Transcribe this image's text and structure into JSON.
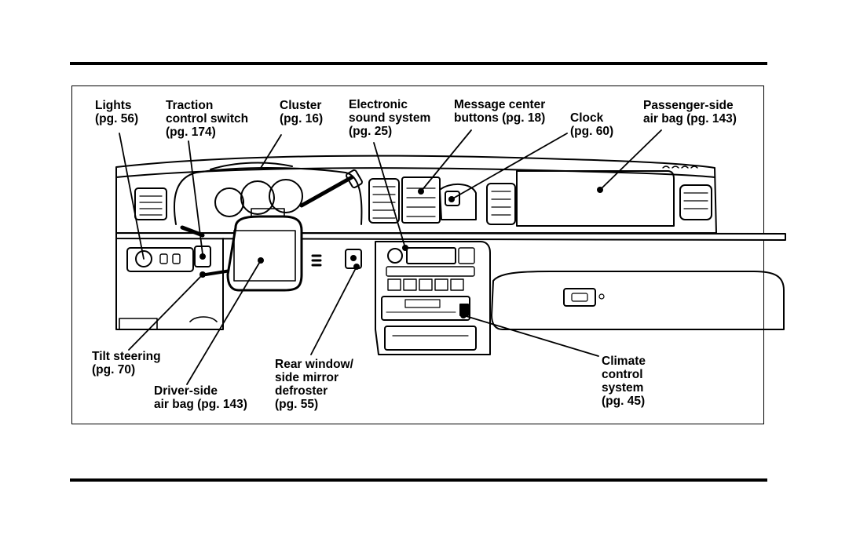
{
  "labels": {
    "lights": [
      "Lights",
      "(pg. 56)"
    ],
    "traction": [
      "Traction",
      "control switch",
      "(pg. 174)"
    ],
    "cluster": [
      "Cluster",
      "(pg. 16)"
    ],
    "sound": [
      "Electronic",
      "sound system",
      "(pg. 25)"
    ],
    "message": [
      "Message center",
      "buttons (pg. 18)"
    ],
    "clock": [
      "Clock",
      "(pg. 60)"
    ],
    "passenger": [
      "Passenger-side",
      "air bag (pg. 143)"
    ],
    "tilt": [
      "Tilt steering",
      "(pg. 70)"
    ],
    "driver": [
      "Driver-side",
      "air bag (pg. 143)"
    ],
    "rear": [
      "Rear window/",
      "side mirror",
      "defroster",
      "(pg. 55)"
    ],
    "climate": [
      "Climate",
      "control",
      "system",
      "(pg. 45)"
    ]
  }
}
